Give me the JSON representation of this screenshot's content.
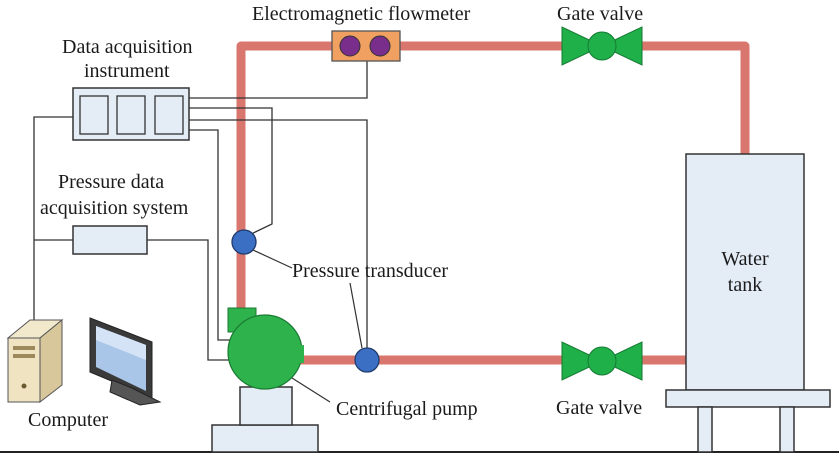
{
  "labels": {
    "flowmeter": "Electromagnetic flowmeter",
    "gate_valve_top": "Gate valve",
    "daq_line1": "Data acquisition",
    "daq_line2": "instrument",
    "pressure_daq_line1": "Pressure data",
    "pressure_daq_line2": "acquisition system",
    "pressure_transducer": "Pressure transducer",
    "water_tank_line1": "Water",
    "water_tank_line2": "tank",
    "computer": "Computer",
    "centrifugal_pump": "Centrifugal pump",
    "gate_valve_bottom": "Gate valve"
  },
  "colors": {
    "pipe": "#d9776e",
    "valve": "#1fb04a",
    "pump": "#2eb24c",
    "transducer": "#3b6fc4",
    "flowmeter_body": "#f0a060",
    "flowmeter_dot": "#7a2e8c",
    "tank_fill": "#e4ecf6",
    "box_fill": "#e4ecf6"
  }
}
